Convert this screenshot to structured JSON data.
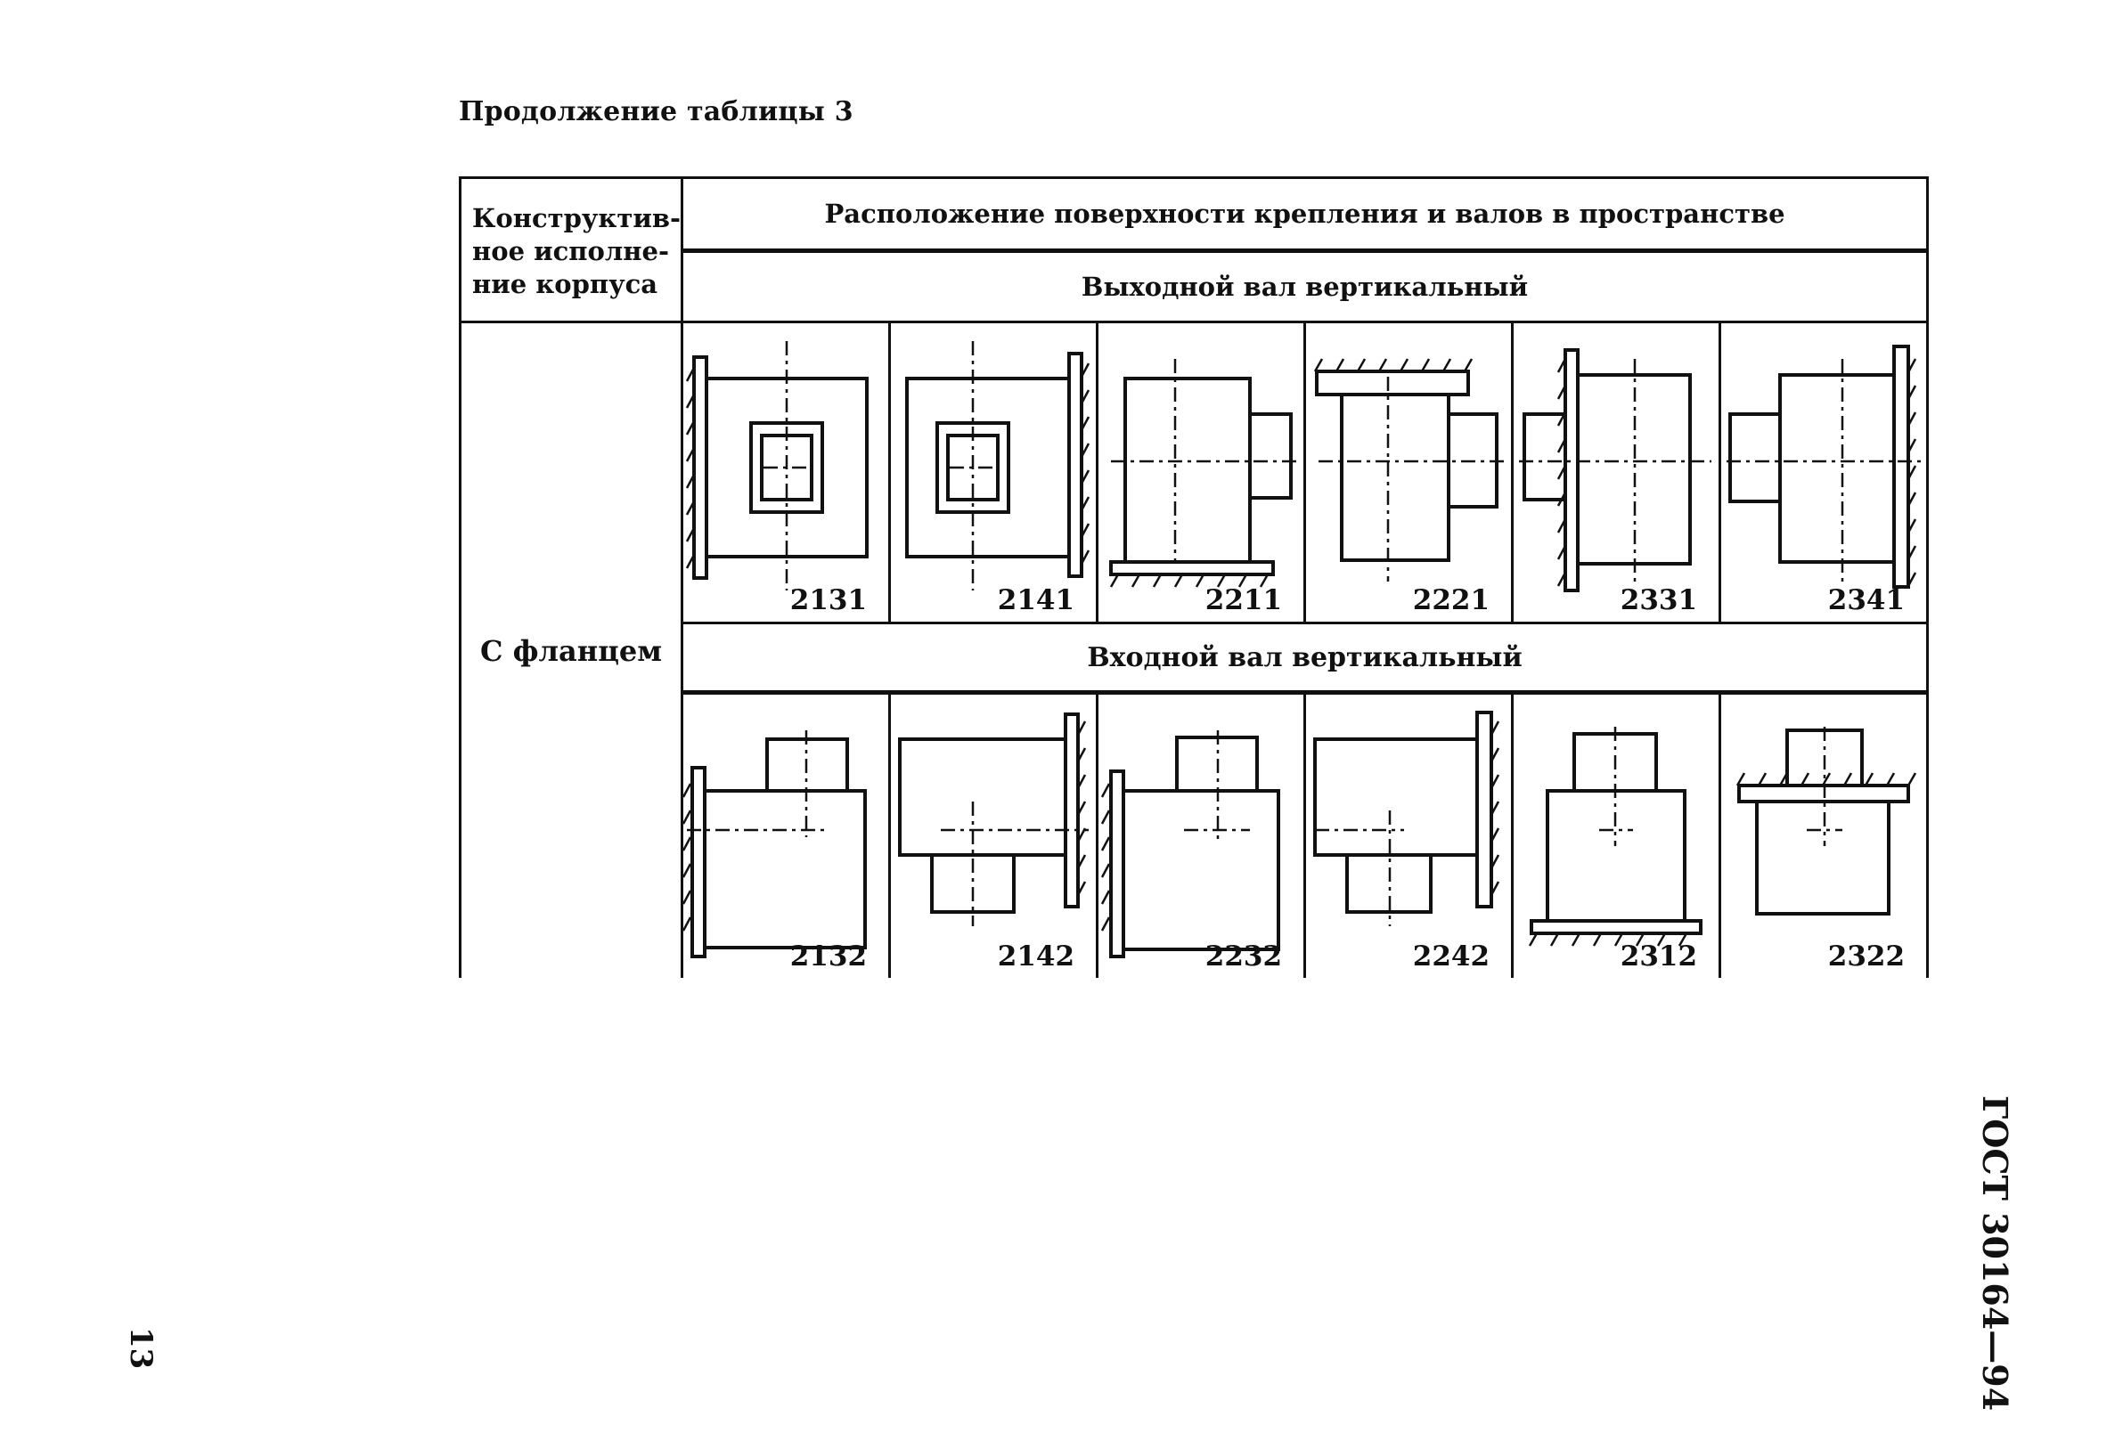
{
  "caption": "Продолжение таблицы 3",
  "header": {
    "left": [
      "Конструктив-",
      "ное исполне-",
      "ние корпуса"
    ],
    "main": "Расположение поверхности крепления и валов в пространстве",
    "section_output": "Выходной вал вертикальный",
    "section_input": "Входной вал вертикальный"
  },
  "casing": "С фланцем",
  "output_codes": [
    "2131",
    "2141",
    "2211",
    "2221",
    "2331",
    "2341"
  ],
  "input_codes": [
    "2132",
    "2142",
    "2232",
    "2242",
    "2312",
    "2322"
  ],
  "page_number": "13",
  "standard": "ГОСТ 30164—94"
}
